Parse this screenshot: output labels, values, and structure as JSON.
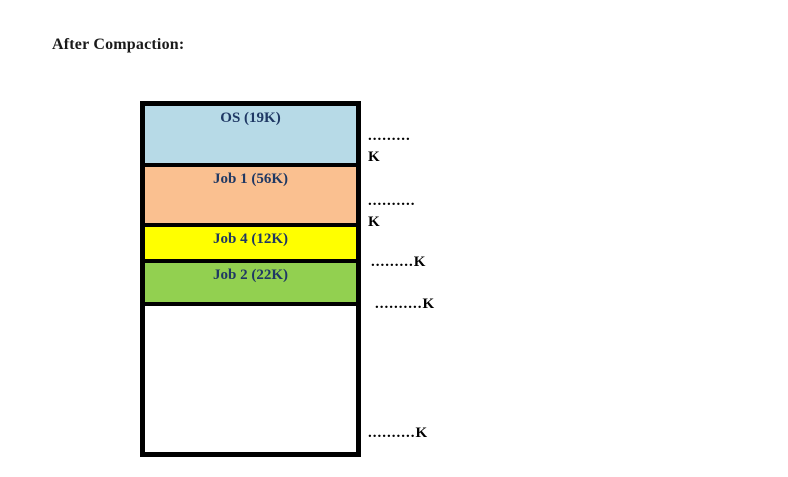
{
  "page": {
    "title": "After Compaction:"
  },
  "diagram": {
    "type": "memory-layout",
    "label_color": "#1F3864",
    "border_color": "#000000",
    "segments": [
      {
        "name": "os",
        "label": "OS (19K)",
        "color": "#B7DAE7",
        "height": 61
      },
      {
        "name": "job1",
        "label": "Job 1 (56K)",
        "color": "#FAC090",
        "height": 60
      },
      {
        "name": "job4",
        "label": "Job 4 (12K)",
        "color": "#FFFF00",
        "height": 36
      },
      {
        "name": "job2",
        "label": "Job 2 (22K)",
        "color": "#92D050",
        "height": 43
      },
      {
        "name": "free",
        "label": "",
        "color": "#FFFFFF",
        "height": 129
      }
    ]
  },
  "annotations": [
    {
      "text": ".........\nK"
    },
    {
      "text": "..........\nK"
    },
    {
      "text": ".........K"
    },
    {
      "text": "..........K"
    },
    {
      "text": "..........K"
    }
  ]
}
